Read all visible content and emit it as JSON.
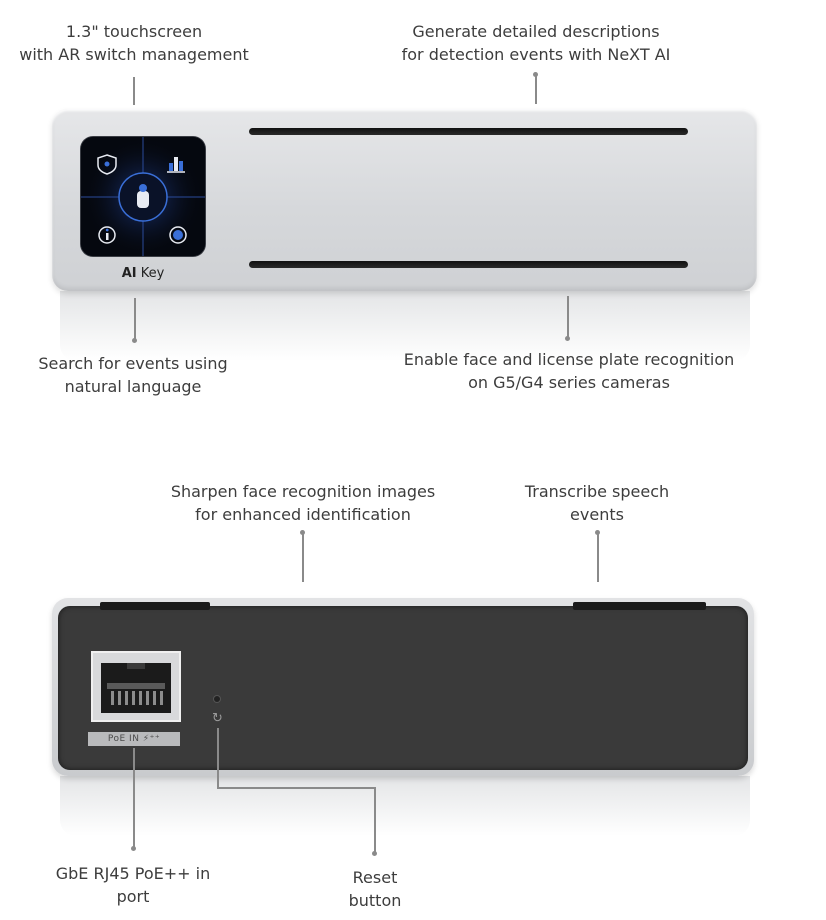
{
  "front": {
    "device_label_bold": "AI",
    "device_label_rest": " Key",
    "callouts": {
      "touchscreen": "1.3\" touchscreen\nwith AR switch management",
      "descriptions": "Generate detailed descriptions\nfor detection events with NeXT AI",
      "search": "Search for events using\nnatural language",
      "recognition": "Enable face and license plate recognition\non G5/G4 series cameras"
    }
  },
  "rear": {
    "port_label": "PoE IN ⚡⁺⁺",
    "callouts": {
      "sharpen": "Sharpen face recognition images\nfor enhanced identification",
      "transcribe": "Transcribe speech\nevents",
      "port": "GbE RJ45 PoE++ in\nport",
      "reset": "Reset\nbutton"
    }
  },
  "screen_icons": [
    "shield-icon",
    "bar-chart-icon",
    "camera-icon",
    "info-icon",
    "compass-icon"
  ],
  "colors": {
    "body_silver": "#d6d8db",
    "panel_dark": "#3a3a3a",
    "screen_black": "#05080f",
    "screen_blue": "#3a6fd8",
    "leader_gray": "#8a8a8a"
  }
}
